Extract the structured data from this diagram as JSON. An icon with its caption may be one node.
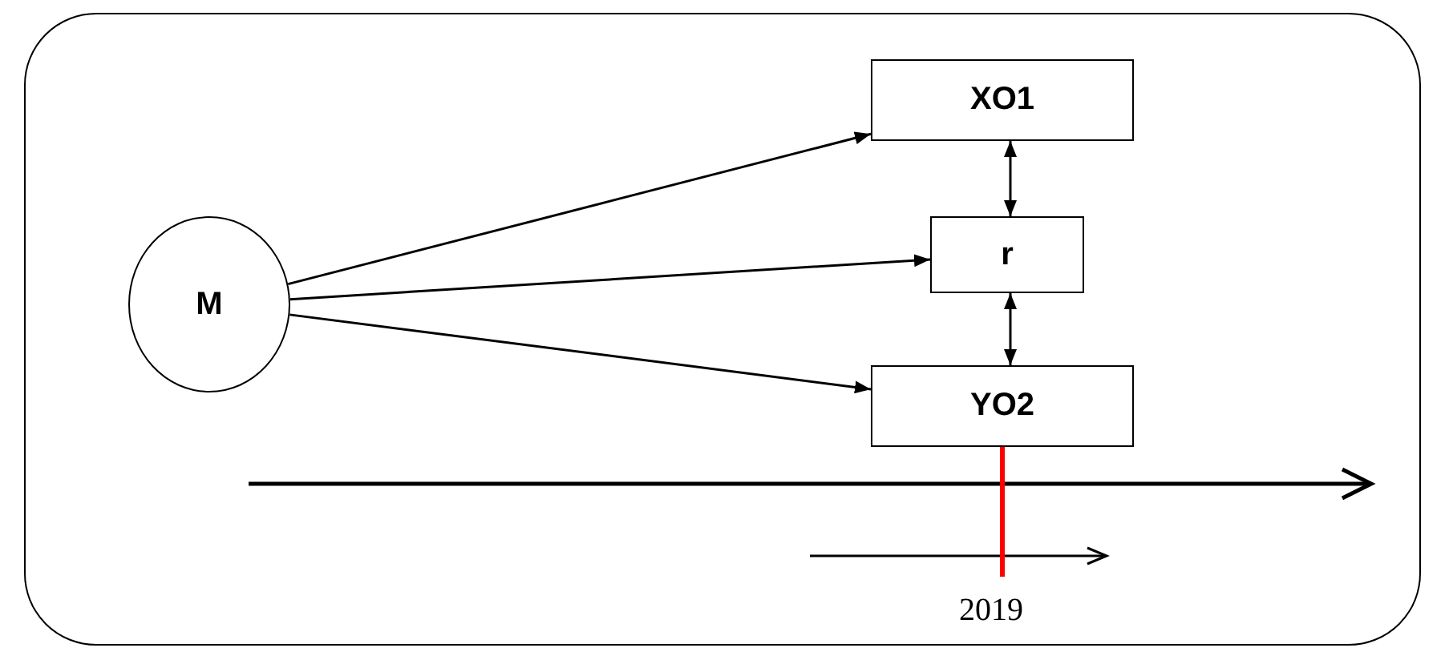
{
  "diagram": {
    "nodes": [
      {
        "text": [
          "M"
        ]
      },
      {
        "text": [
          "XO1"
        ]
      },
      {
        "text": [
          "r"
        ]
      },
      {
        "text": [
          "YO2"
        ]
      }
    ],
    "edges": [
      {
        "from": 0,
        "to": 1,
        "arrow": "to"
      },
      {
        "from": 0,
        "to": 2,
        "arrow": "to"
      },
      {
        "from": 0,
        "to": 3,
        "arrow": "to"
      },
      {
        "from": 1,
        "to": 2,
        "arrow": "both"
      },
      {
        "from": 2,
        "to": 3,
        "arrow": "both"
      },
      {
        "from": 3,
        "to": null,
        "arrow": "none",
        "style": "thick",
        "color": "#ff0000"
      }
    ],
    "labels": [
      "2019"
    ]
  }
}
